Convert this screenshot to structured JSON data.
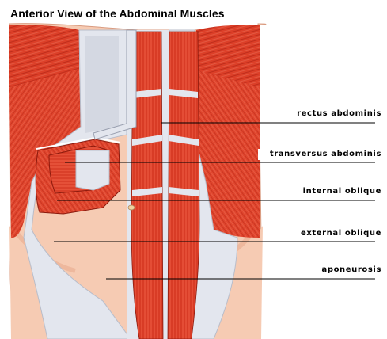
{
  "title": "Anterior View of the Abdominal Muscles",
  "labels": [
    {
      "id": "rectus",
      "text": "rectus abdominis"
    },
    {
      "id": "transversus",
      "text": "transversus abdominis"
    },
    {
      "id": "internal",
      "text": "internal oblique"
    },
    {
      "id": "external",
      "text": "external oblique"
    },
    {
      "id": "aponeurosis",
      "text": "aponeurosis"
    }
  ],
  "colors": {
    "skin": "#f6cbb3",
    "skin_shadow": "#e9ab8e",
    "muscle": "#e2432b",
    "muscle_dark": "#b52414",
    "muscle_light": "#f07a62",
    "aponeurosis": "#e3e6ee",
    "aponeurosis_shade": "#c8ccd8",
    "leader_line": "#000000"
  }
}
